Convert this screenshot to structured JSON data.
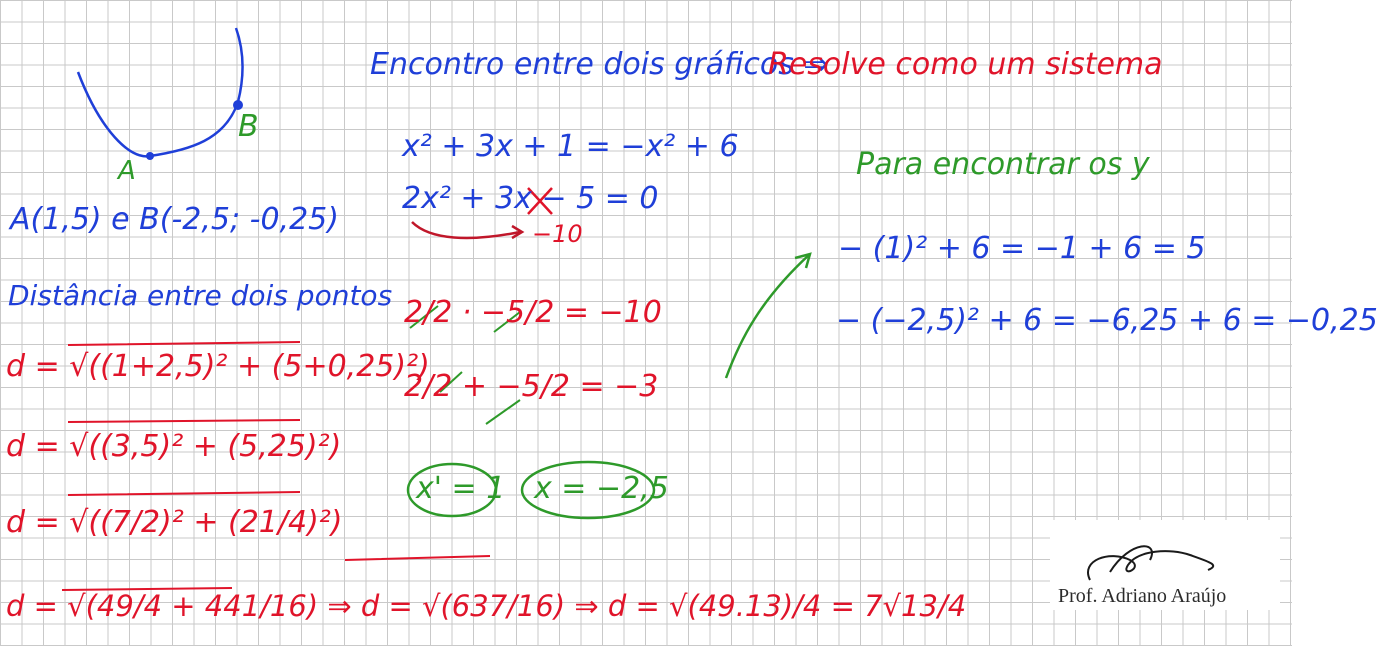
{
  "page": {
    "point_a_label": "A",
    "point_b_label": "B",
    "points": "A(1,5) e B(-2,5; -0,25)",
    "distance_title": "Distância entre dois pontos",
    "distance_steps": [
      "d = √((1+2,5)² + (5+0,25)²)",
      "d = √((3,5)² + (5,25)²)",
      "d = √((7/2)² + (21/4)²)",
      "d = √(49/4 + 441/16) ⇒ d = √(637/16) ⇒ d = √(49.13)/4 = 7√13/4"
    ],
    "title_blue": "Encontro entre dois gráficos ⇒",
    "title_red": "Resolve como um sistema",
    "equation_1": "x² + 3x + 1 = −x² + 6",
    "equation_2": "2x² + 3x − 5 = 0",
    "product_note": "−10",
    "product": "2/2 · −5/2 = −10",
    "sum": "2/2 + −5/2 = −3",
    "root_1": "x' = 1",
    "root_2": "x = −2,5",
    "y_title": "Para encontrar os y",
    "y_line_1": "− (1)² + 6 = −1 + 6 = 5",
    "y_line_2": "− (−2,5)² + 6 = −6,25 + 6 = −0,25",
    "signature": "Prof. Adriano Araújo"
  }
}
